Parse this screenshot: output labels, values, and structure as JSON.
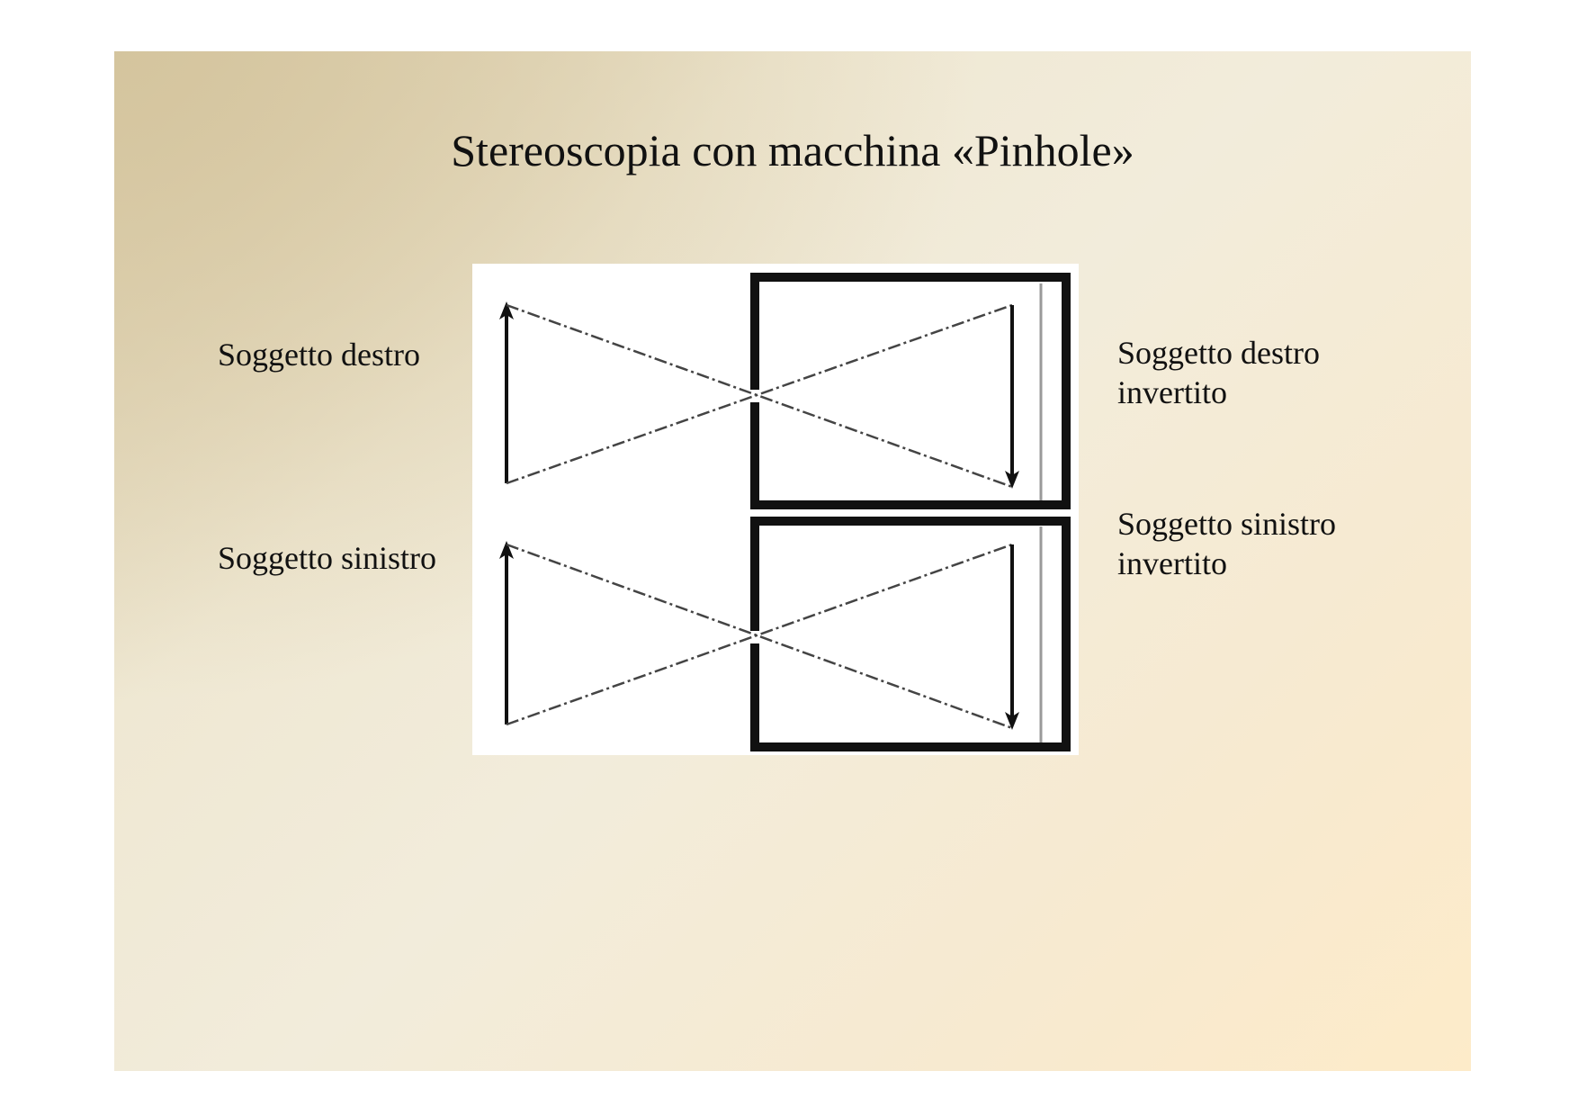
{
  "slide": {
    "title": "Stereoscopia con macchina «Pinhole»",
    "background": {
      "light": "#f2ecdb",
      "dark": "#d4c49d",
      "warm": "#fdebc9"
    }
  },
  "labels": {
    "subject_right": "Soggetto destro",
    "subject_left": "Soggetto sinistro",
    "inverted_right": [
      "Soggetto destro",
      "invertito"
    ],
    "inverted_left": [
      "Soggetto sinistro",
      "invertito"
    ]
  },
  "diagram": {
    "line_color": "#111111",
    "panel_color": "#ffffff",
    "icons": [
      "arrow-up-icon",
      "arrow-down-icon",
      "pinhole-icon"
    ]
  }
}
